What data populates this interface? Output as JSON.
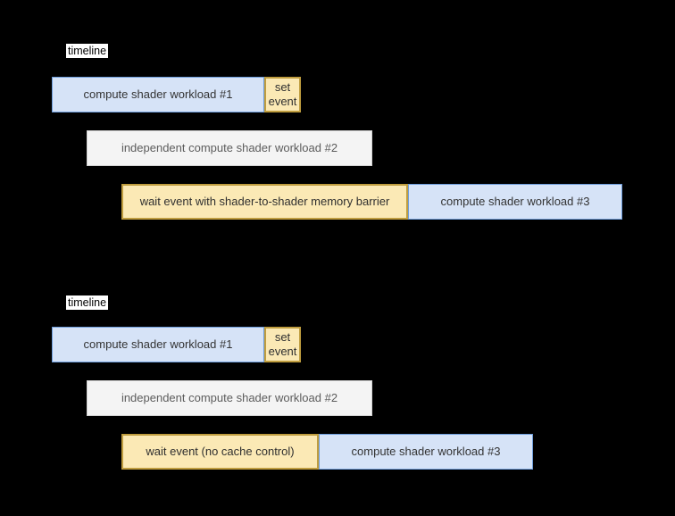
{
  "canvas": {
    "background": "#000000"
  },
  "colors": {
    "workload_fill": "#d6e3f7",
    "workload_border": "#6f9ddb",
    "event_fill": "#fbe9b5",
    "event_border": "#bf9d3f",
    "independent_fill": "#f4f4f4",
    "independent_border": "#d2d2d2",
    "timeline_label_bg": "#ffffff",
    "timeline_label_text": "#000000",
    "box_text": "#333333",
    "independent_text": "#5c5c5c"
  },
  "timelines": [
    {
      "label": "timeline",
      "boxes": [
        {
          "type": "workload",
          "label": "compute shader workload #1"
        },
        {
          "type": "event-set",
          "label": "set event"
        },
        {
          "type": "independent-workload",
          "label": "independent compute shader workload #2"
        },
        {
          "type": "event-wait",
          "label": "wait event with shader-to-shader memory barrier"
        },
        {
          "type": "workload",
          "label": "compute shader workload #3"
        }
      ]
    },
    {
      "label": "timeline",
      "boxes": [
        {
          "type": "workload",
          "label": "compute shader workload #1"
        },
        {
          "type": "event-set",
          "label": "set event"
        },
        {
          "type": "independent-workload",
          "label": "independent compute shader workload #2"
        },
        {
          "type": "event-wait",
          "label": "wait event (no cache control)"
        },
        {
          "type": "workload",
          "label": "compute shader workload #3"
        }
      ]
    }
  ]
}
